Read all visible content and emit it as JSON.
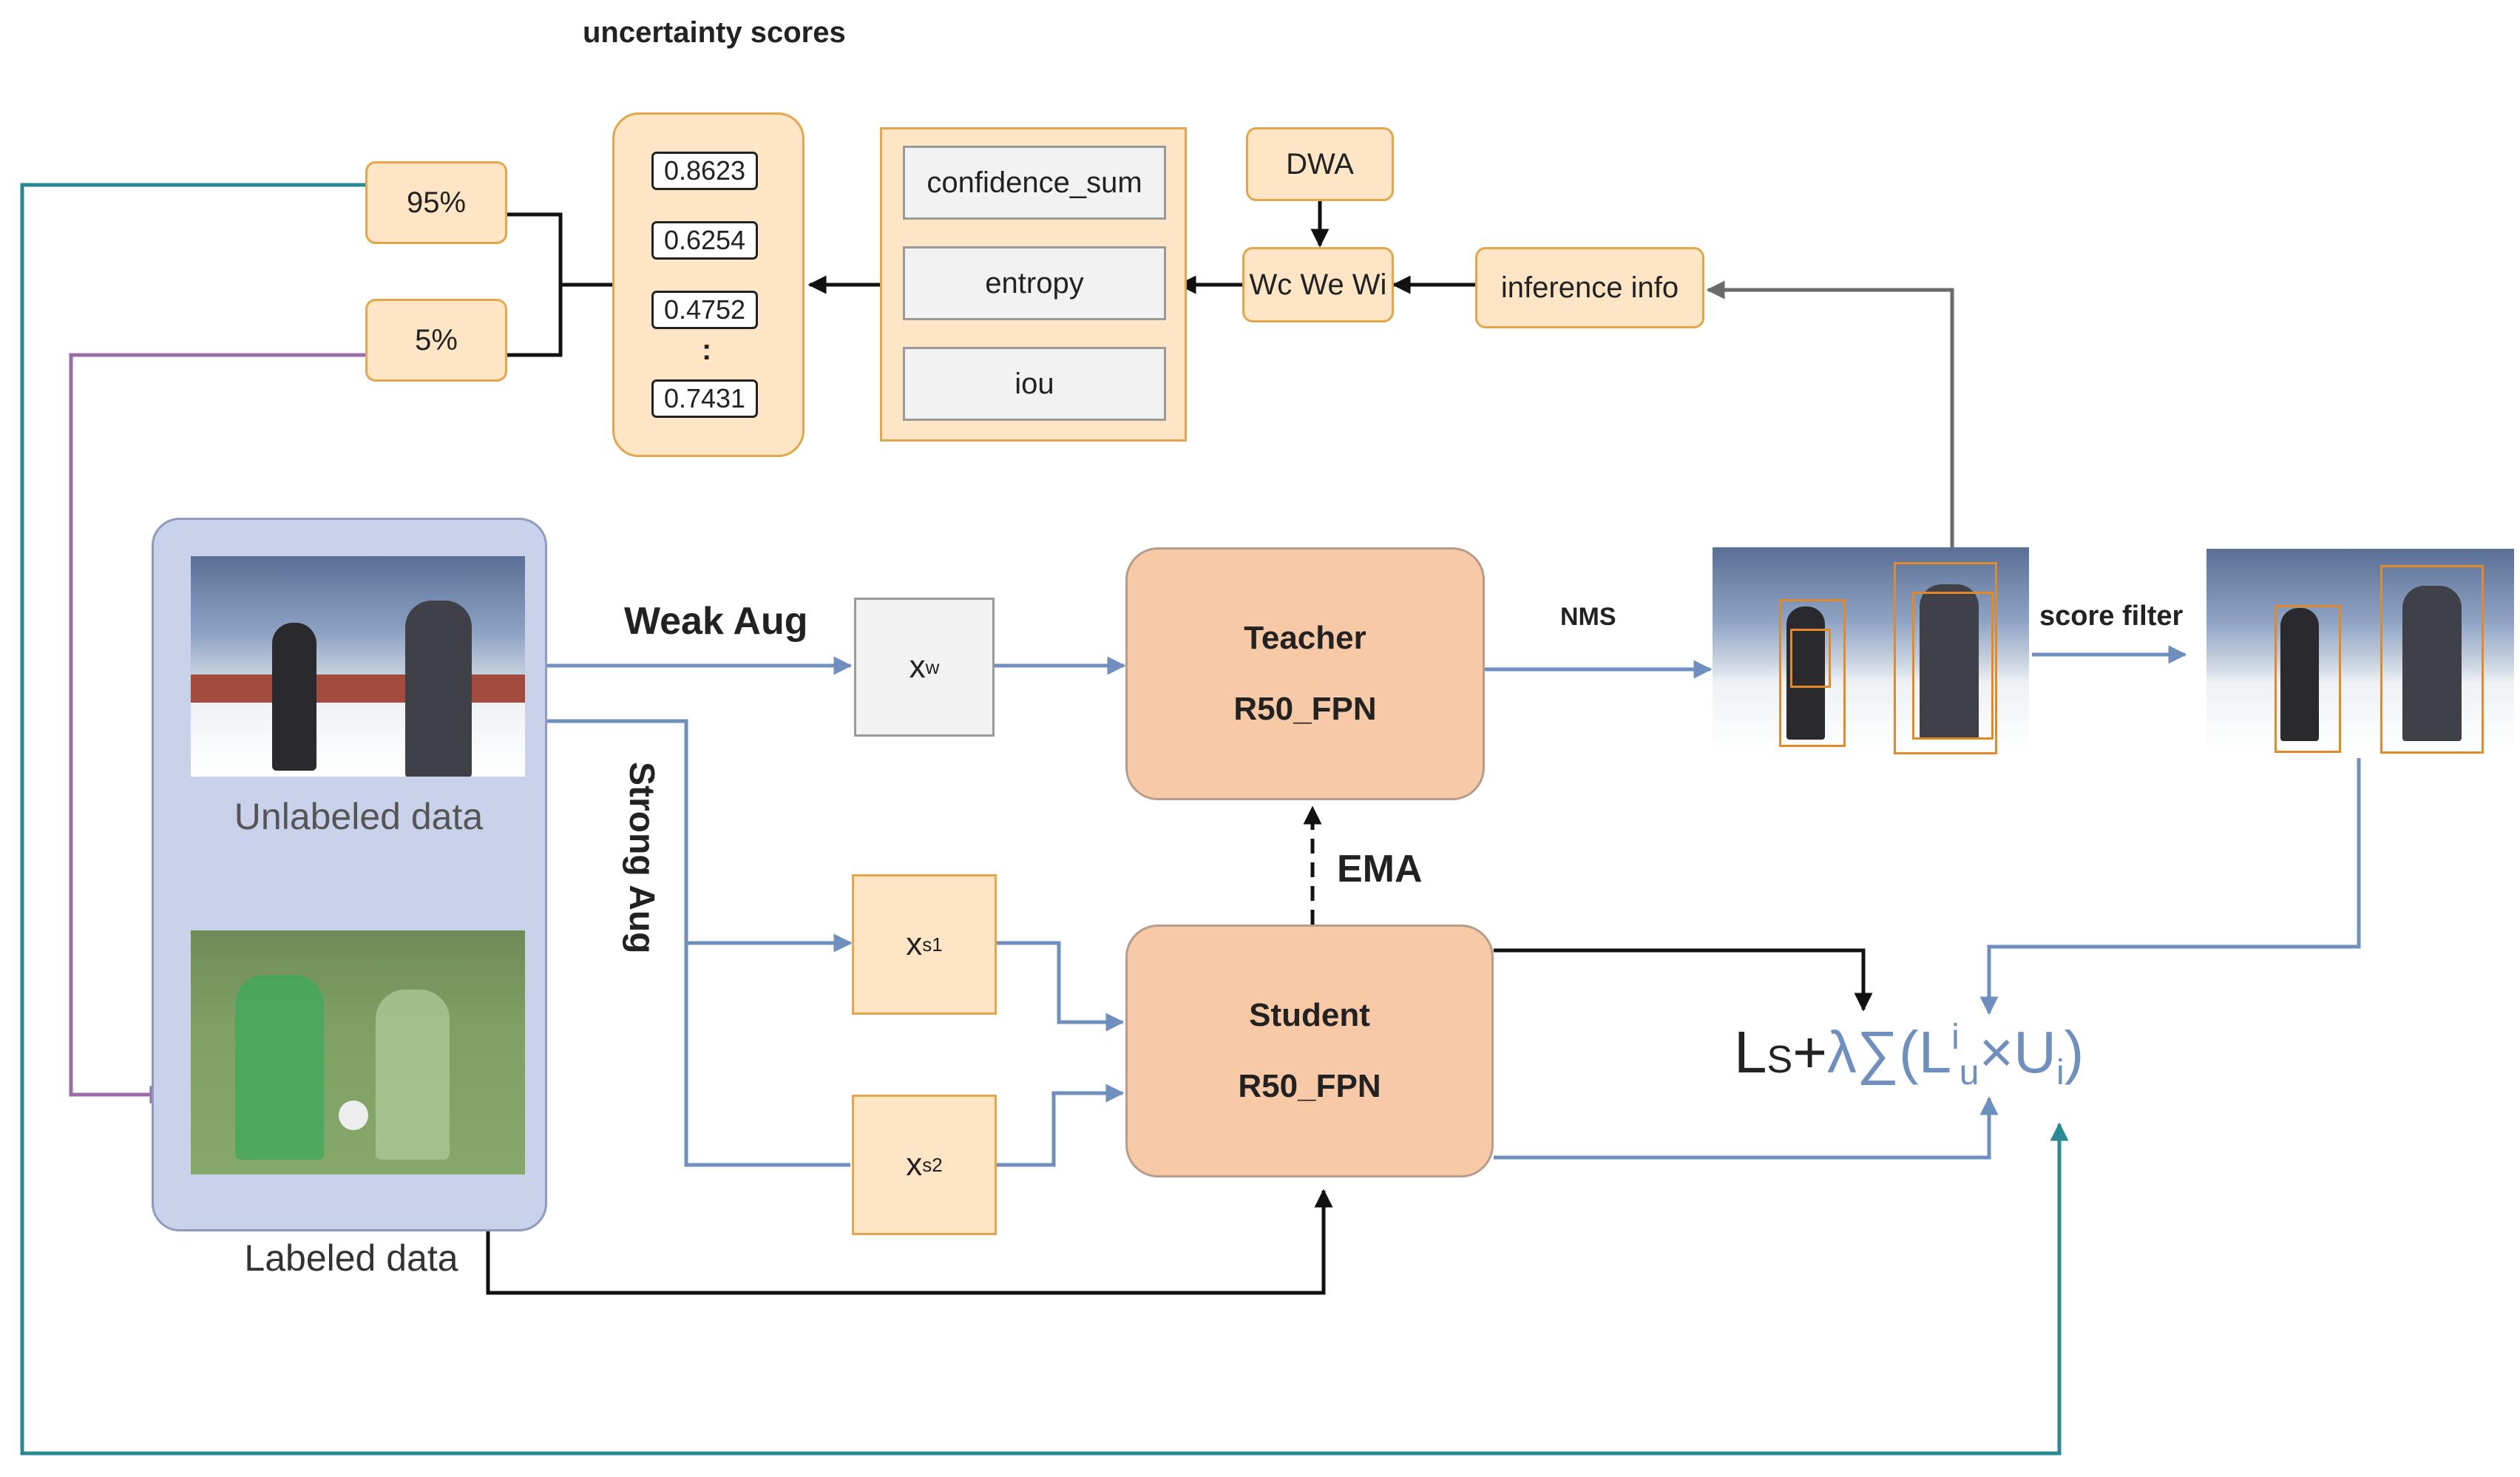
{
  "title": "uncertainty scores",
  "colors": {
    "orange_fill": "#fde5c6",
    "orange_border": "#e3a64a",
    "salmon_fill": "#f8c9a7",
    "panel_fill": "#c9d2ea",
    "blue_arrow": "#6f8fbf",
    "teal_arrow": "#2a8a93",
    "purple_arrow": "#9a6cab",
    "grey_arrow": "#6a6a6a",
    "black_arrow": "#111111"
  },
  "percent": {
    "high": "95%",
    "low": "5%"
  },
  "scores": [
    "0.8623",
    "0.6254",
    "0.4752",
    ":",
    "0.7431"
  ],
  "metrics": [
    "confidence_sum",
    "entropy",
    "iou"
  ],
  "dwa": "DWA",
  "weights": "Wc We Wi",
  "inference": "inference info",
  "data_panel": {
    "unlabeled": "Unlabeled data",
    "labeled": "Labeled data"
  },
  "aug": {
    "weak": "Weak Aug",
    "strong": "Strong Aug"
  },
  "inputs": {
    "xw": {
      "base": "x",
      "sub": "w"
    },
    "xs1": {
      "base": "x",
      "sub": "s1"
    },
    "xs2": {
      "base": "x",
      "sub": "s2"
    }
  },
  "teacher": {
    "name": "Teacher",
    "backbone": "R50_FPN"
  },
  "student": {
    "name": "Student",
    "backbone": "R50_FPN"
  },
  "ema": "EMA",
  "nms": "NMS",
  "score_filter": "score filter",
  "loss": {
    "ls": "L",
    "ls_sub": "S",
    "plus_lambda": "+",
    "lambda_sum": "λ∑(L",
    "sup_i": "i",
    "sub_u": "u",
    "times_u": "×U",
    "sub_i": "i",
    "close": ")"
  }
}
